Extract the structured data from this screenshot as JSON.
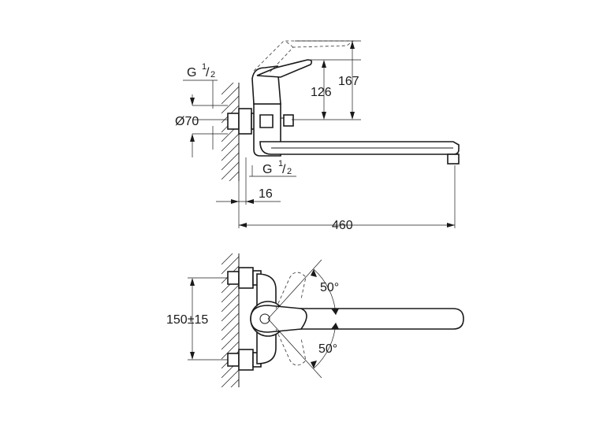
{
  "top_view": {
    "thread_top": {
      "g": "G",
      "num": "1",
      "den": "2"
    },
    "diameter": "Ø70",
    "dim_126": "126",
    "dim_167": "167",
    "thread_bottom": {
      "g": "G",
      "num": "1",
      "den": "2"
    },
    "dim_16": "16",
    "dim_460": "460"
  },
  "bottom_view": {
    "dim_150": "150±15",
    "angle_top": "50°",
    "angle_bottom": "50°"
  }
}
